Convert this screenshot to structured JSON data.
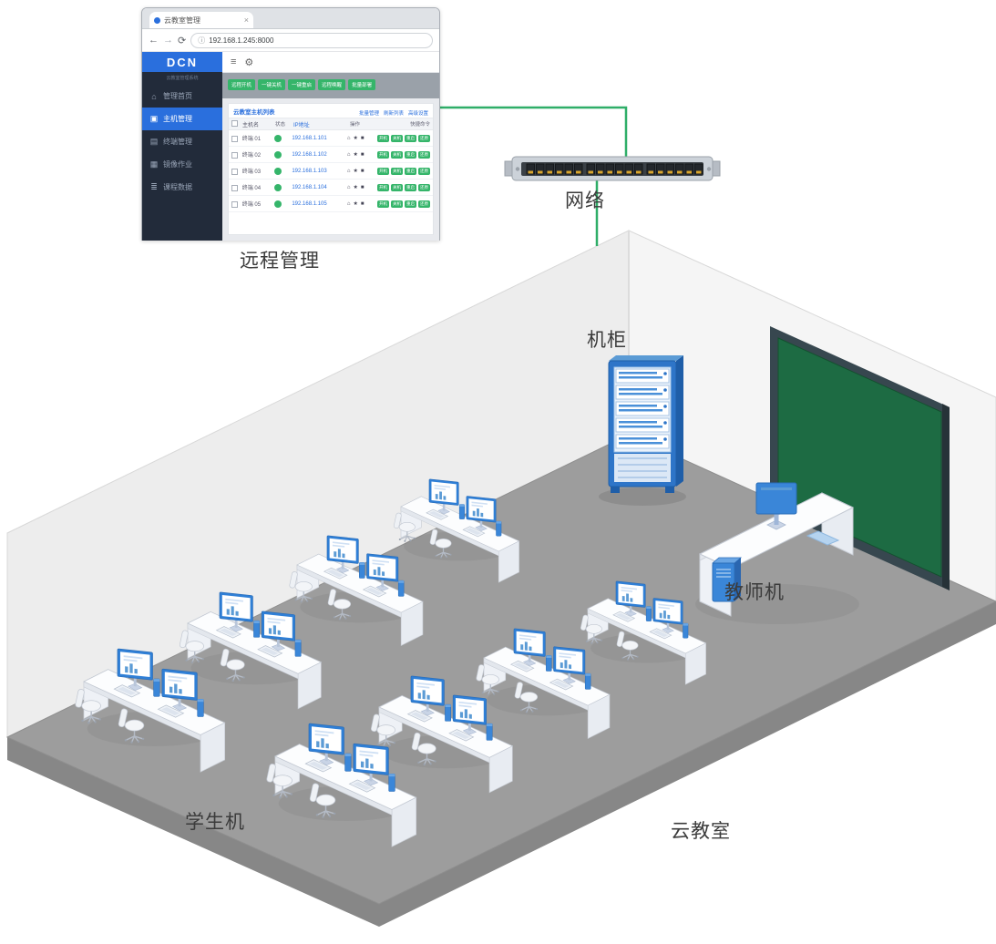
{
  "diagram": {
    "labels": {
      "remote_management": "远程管理",
      "network": "网络",
      "rack": "机柜",
      "teacher": "教师机",
      "students": "学生机",
      "classroom": "云教室"
    },
    "colors": {
      "line_green": "#2fae68",
      "monitor_blue": "#2f7fd6",
      "rack_blue": "#2e75c8",
      "board_green": "#1d6b43",
      "floor_gray": "#9d9d9d"
    }
  },
  "browser": {
    "tab_title": "云教室管理",
    "tab_close": "×",
    "url": "192.168.1.245:8000",
    "nav_icons": {
      "back": "←",
      "forward": "→",
      "refresh": "⟳",
      "info": "ⓘ"
    },
    "app_icons": {
      "menu": "≡",
      "settings": "⚙"
    },
    "sidebar": {
      "brand": "DCN",
      "subtitle": "云教室管理系统",
      "items": [
        {
          "label": "管理首页",
          "glyph": "⌂",
          "active": false
        },
        {
          "label": "主机管理",
          "glyph": "▣",
          "active": true
        },
        {
          "label": "终端管理",
          "glyph": "▤",
          "active": false
        },
        {
          "label": "镜像作业",
          "glyph": "▦",
          "active": false
        },
        {
          "label": "课程数据",
          "glyph": "≣",
          "active": false
        }
      ]
    },
    "toolbar_buttons": [
      "远程开机",
      "一键关机",
      "一键重启",
      "远程唤醒",
      "批量部署"
    ],
    "panel": {
      "title": "云教室主机列表",
      "links": [
        "批量管理",
        "刷新列表",
        "高级设置"
      ]
    },
    "table": {
      "headers": [
        "主机名",
        "状态",
        "IP地址",
        "操作",
        "快捷命令"
      ],
      "row_icons": [
        {
          "name": "home-icon",
          "glyph": "⌂"
        },
        {
          "name": "star-icon",
          "glyph": "★"
        },
        {
          "name": "lock-icon",
          "glyph": "■"
        }
      ],
      "badge_labels": [
        "开机",
        "关机",
        "重启",
        "还原"
      ],
      "rows": [
        {
          "name": "终端 01",
          "ip": "192.168.1.101"
        },
        {
          "name": "终端 02",
          "ip": "192.168.1.102"
        },
        {
          "name": "终端 03",
          "ip": "192.168.1.103"
        },
        {
          "name": "终端 04",
          "ip": "192.168.1.104"
        },
        {
          "name": "终端 05",
          "ip": "192.168.1.105"
        }
      ]
    }
  }
}
